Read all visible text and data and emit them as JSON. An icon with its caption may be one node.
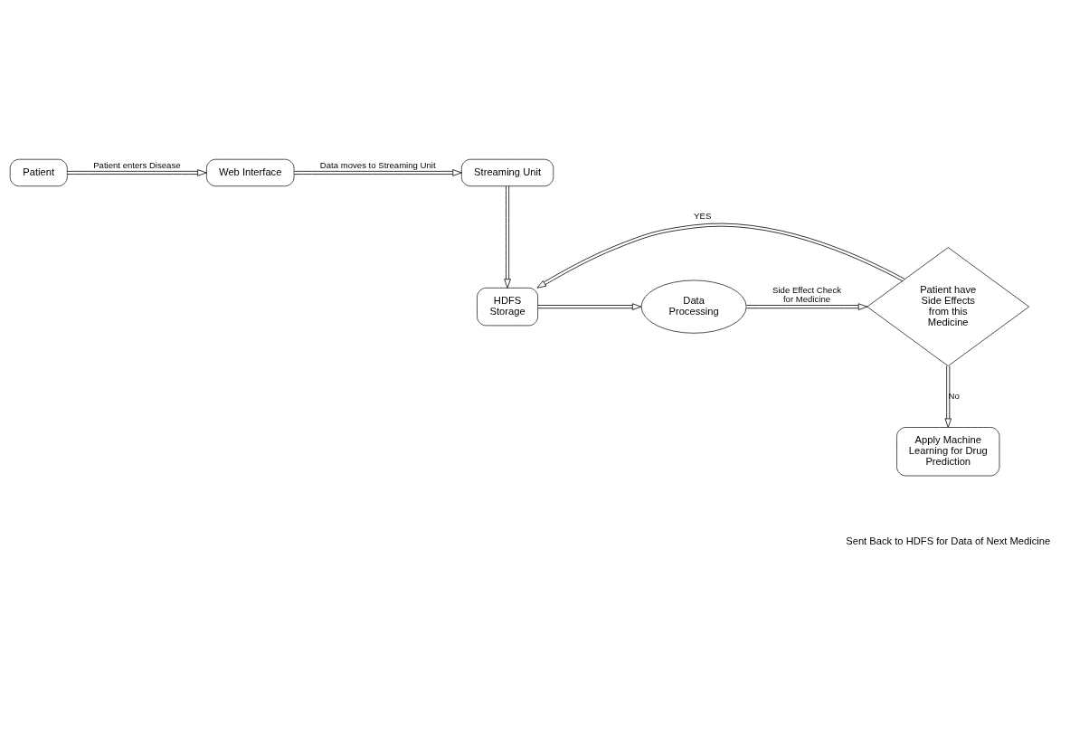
{
  "diagram": {
    "nodes": [
      {
        "text": [
          "Patient"
        ]
      },
      {
        "text": [
          "Web Interface"
        ]
      },
      {
        "text": [
          "Streaming Unit"
        ]
      },
      {
        "text": [
          "HDFS Storage"
        ]
      },
      {
        "text": [
          "Data Processing"
        ]
      },
      {
        "text": [
          "Patient have Side Effects from this Medicine"
        ]
      },
      {
        "text": [
          "Apply Machine Learning for Drug Prediction"
        ]
      }
    ],
    "edges": [
      {
        "from": 0,
        "to": 1,
        "arrow": "to",
        "label": "Patient enters Disease"
      },
      {
        "from": 1,
        "to": 2,
        "arrow": "to",
        "label": "Data moves to Streaming Unit"
      },
      {
        "from": 2,
        "to": 3,
        "arrow": "to"
      },
      {
        "from": 3,
        "to": 4,
        "arrow": "to"
      },
      {
        "from": 4,
        "to": 5,
        "arrow": "to",
        "label": "Side Effect Check for Medicine"
      },
      {
        "from": 5,
        "to": 3,
        "arrow": "to",
        "label": "YES"
      },
      {
        "from": 5,
        "to": 6,
        "arrow": "to",
        "label": "No"
      }
    ],
    "labels": [
      "Sent Back to HDFS for Data of Next Medicine"
    ]
  }
}
